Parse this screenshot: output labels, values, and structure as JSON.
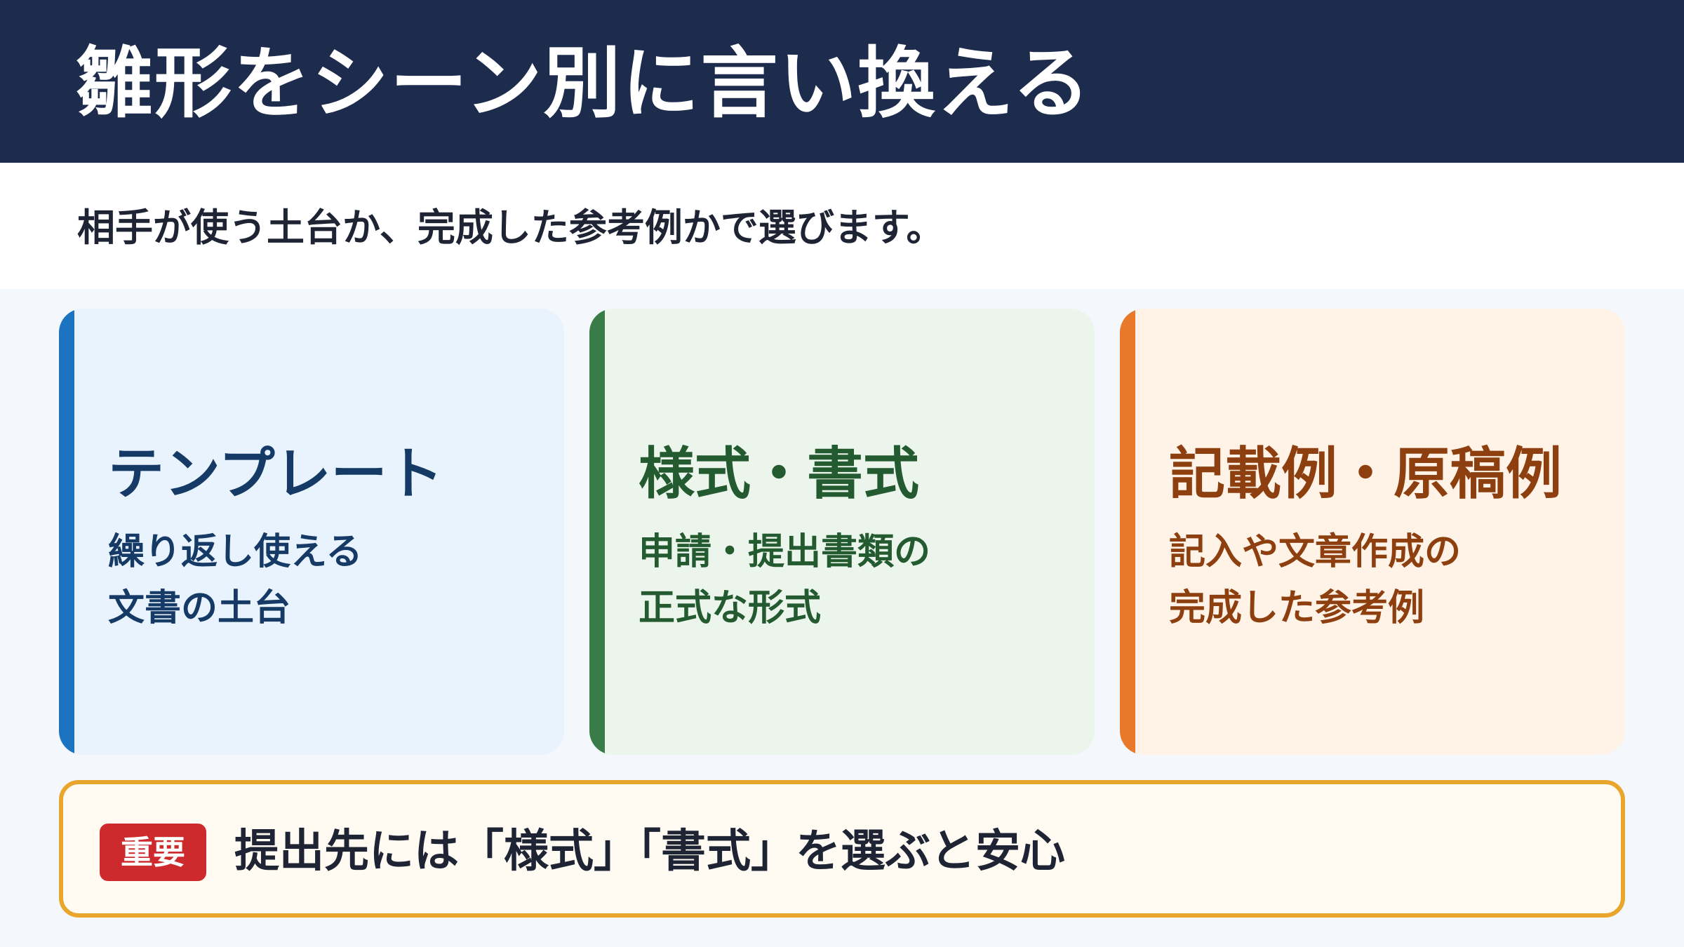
{
  "header": {
    "title": "雛形をシーン別に言い換える"
  },
  "subtitle": "相手が使う土台か、完成した参考例かで選びます。",
  "cards": [
    {
      "title": "テンプレート",
      "line1": "繰り返し使える",
      "line2": "文書の土台",
      "accent_color": "#1c74c1"
    },
    {
      "title": "様式・書式",
      "line1": "申請・提出書類の",
      "line2": "正式な形式",
      "accent_color": "#3a7c47"
    },
    {
      "title": "記載例・原稿例",
      "line1": "記入や文章作成の",
      "line2": "完成した参考例",
      "accent_color": "#e8792a"
    }
  ],
  "note": {
    "badge": "重要",
    "text": "提出先には「様式」「書式」を選ぶと安心",
    "border_color": "#e9a62c",
    "badge_color": "#cc2a2c"
  }
}
